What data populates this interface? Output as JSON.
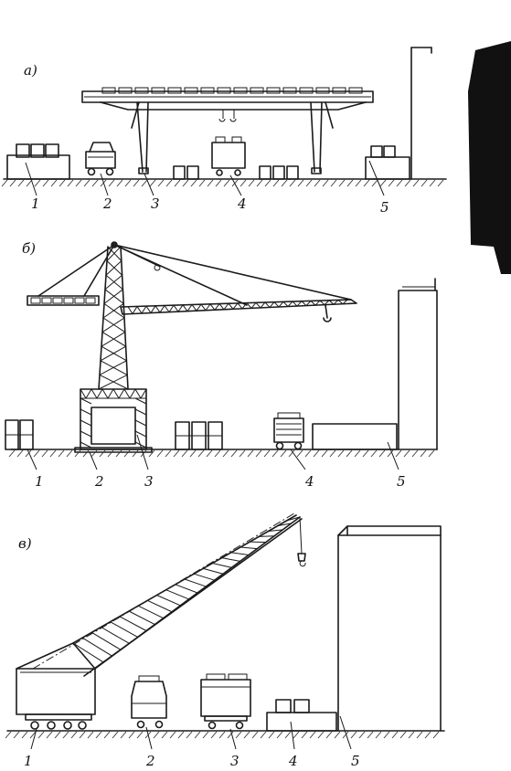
{
  "figure": {
    "panels": [
      {
        "title": "а)",
        "labels": [
          "1",
          "2",
          "3",
          "4",
          "5"
        ]
      },
      {
        "title": "б)",
        "labels": [
          "1",
          "2",
          "3",
          "4",
          "5"
        ]
      },
      {
        "title": "в)",
        "labels": [
          "1",
          "2",
          "3",
          "4",
          "5"
        ]
      }
    ]
  }
}
